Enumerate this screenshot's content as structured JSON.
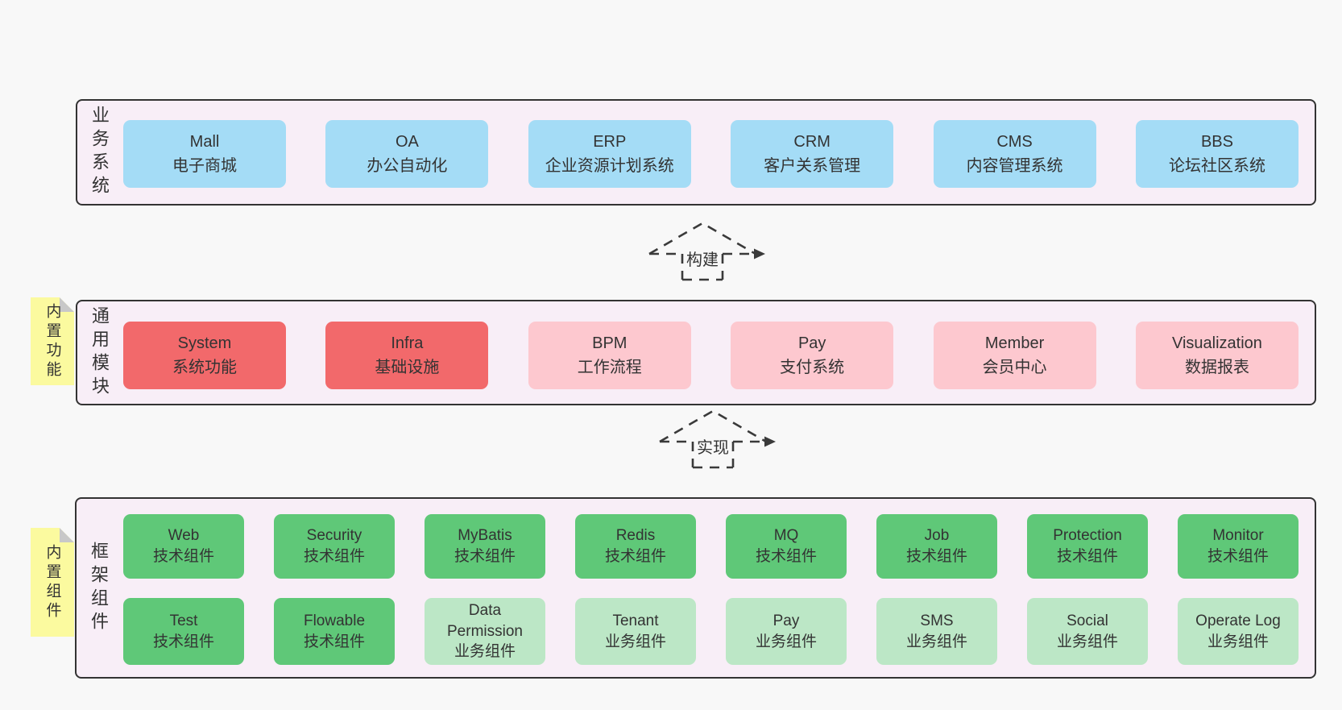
{
  "colors": {
    "page_bg": "#f8f8f8",
    "panel_bg": "#f8eef7",
    "panel_border": "#333333",
    "blue_box": "#a4dcf6",
    "red_box": "#f2696b",
    "pink_box": "#fdc8cf",
    "green_dark_box": "#5fc878",
    "green_light_box": "#bce7c6",
    "sticky_yellow": "#fbfa9f",
    "sticky_fold_gray": "#c8c8c8",
    "text": "#333333"
  },
  "arrows": [
    {
      "label": "构建"
    },
    {
      "label": "实现"
    }
  ],
  "panels": [
    {
      "label": "业务系统",
      "boxes": [
        {
          "name": "Mall",
          "desc": "电子商城",
          "variant": "blue"
        },
        {
          "name": "OA",
          "desc": "办公自动化",
          "variant": "blue"
        },
        {
          "name": "ERP",
          "desc": "企业资源计划系统",
          "variant": "blue"
        },
        {
          "name": "CRM",
          "desc": "客户关系管理",
          "variant": "blue"
        },
        {
          "name": "CMS",
          "desc": "内容管理系统",
          "variant": "blue"
        },
        {
          "name": "BBS",
          "desc": "论坛社区系统",
          "variant": "blue"
        }
      ]
    },
    {
      "label": "通用模块",
      "sticky": "内置功能",
      "boxes": [
        {
          "name": "System",
          "desc": "系统功能",
          "variant": "red"
        },
        {
          "name": "Infra",
          "desc": "基础设施",
          "variant": "red"
        },
        {
          "name": "BPM",
          "desc": "工作流程",
          "variant": "pink"
        },
        {
          "name": "Pay",
          "desc": "支付系统",
          "variant": "pink"
        },
        {
          "name": "Member",
          "desc": "会员中心",
          "variant": "pink"
        },
        {
          "name": "Visualization",
          "desc": "数据报表",
          "variant": "pink"
        }
      ]
    },
    {
      "label": "框架组件",
      "sticky": "内置组件",
      "rows": [
        [
          {
            "name": "Web",
            "desc": "技术组件",
            "variant": "gdark"
          },
          {
            "name": "Security",
            "desc": "技术组件",
            "variant": "gdark"
          },
          {
            "name": "MyBatis",
            "desc": "技术组件",
            "variant": "gdark"
          },
          {
            "name": "Redis",
            "desc": "技术组件",
            "variant": "gdark"
          },
          {
            "name": "MQ",
            "desc": "技术组件",
            "variant": "gdark"
          },
          {
            "name": "Job",
            "desc": "技术组件",
            "variant": "gdark"
          },
          {
            "name": "Protection",
            "desc": "技术组件",
            "variant": "gdark"
          },
          {
            "name": "Monitor",
            "desc": "技术组件",
            "variant": "gdark"
          }
        ],
        [
          {
            "name": "Test",
            "desc": "技术组件",
            "variant": "gdark"
          },
          {
            "name": "Flowable",
            "desc": "技术组件",
            "variant": "gdark"
          },
          {
            "name": "Data Permission",
            "desc": "业务组件",
            "variant": "glight"
          },
          {
            "name": "Tenant",
            "desc": "业务组件",
            "variant": "glight"
          },
          {
            "name": "Pay",
            "desc": "业务组件",
            "variant": "glight"
          },
          {
            "name": "SMS",
            "desc": "业务组件",
            "variant": "glight"
          },
          {
            "name": "Social",
            "desc": "业务组件",
            "variant": "glight"
          },
          {
            "name": "Operate Log",
            "desc": "业务组件",
            "variant": "glight"
          }
        ]
      ]
    }
  ]
}
